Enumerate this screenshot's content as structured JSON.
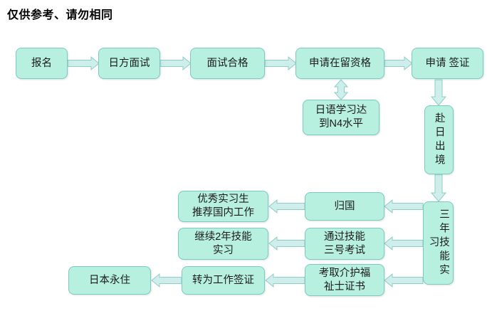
{
  "title": "仅供参考、请勿相同",
  "colors": {
    "node_fill": "#b8f0e0",
    "node_border": "#7ec9c4",
    "arrow_fill": "#cdeeea",
    "arrow_border": "#8ecfcb",
    "text": "#1a1a1a",
    "background": "#ffffff"
  },
  "diagram": {
    "type": "flowchart",
    "orientation": "left-to-right then serpentine down-right-to-left",
    "nodes": [
      {
        "id": "n1",
        "label": "报名",
        "row": 1,
        "column": 1
      },
      {
        "id": "n2",
        "label": "日方面试",
        "row": 1,
        "column": 2
      },
      {
        "id": "n3",
        "label": "面试合格",
        "row": 1,
        "column": 3
      },
      {
        "id": "n4",
        "label": "申请在留资格",
        "row": 1,
        "column": 4
      },
      {
        "id": "n5",
        "label": "申请 签证",
        "row": 1,
        "column": 5
      },
      {
        "id": "n6",
        "label": "日语学习达\n到N4水平",
        "row": 2,
        "column": 4
      },
      {
        "id": "n7",
        "label": "赴日出境",
        "row": 2,
        "column": 5,
        "vertical": true
      },
      {
        "id": "n8",
        "label": "三年技能实习",
        "row": 3,
        "column": 5,
        "vertical": true
      },
      {
        "id": "n9",
        "label": "归国",
        "row": 3,
        "column": 4
      },
      {
        "id": "n10",
        "label": "优秀实习生\n推荐国内工作",
        "row": 3,
        "column": 3
      },
      {
        "id": "n11",
        "label": "通过技能\n三号考试",
        "row": 4,
        "column": 4
      },
      {
        "id": "n12",
        "label": "继续2年技能\n实习",
        "row": 4,
        "column": 3
      },
      {
        "id": "n13",
        "label": "考取介护福\n祉士证书",
        "row": 5,
        "column": 4
      },
      {
        "id": "n14",
        "label": "转为工作签证",
        "row": 5,
        "column": 3
      },
      {
        "id": "n15",
        "label": "日本永住",
        "row": 5,
        "column": 2
      }
    ],
    "edges": [
      {
        "from": "n1",
        "to": "n2",
        "direction": "right"
      },
      {
        "from": "n2",
        "to": "n3",
        "direction": "right"
      },
      {
        "from": "n3",
        "to": "n4",
        "direction": "right"
      },
      {
        "from": "n4",
        "to": "n5",
        "direction": "right"
      },
      {
        "from": "n4",
        "to": "n6",
        "direction": "both-vertical"
      },
      {
        "from": "n5",
        "to": "n7",
        "direction": "down"
      },
      {
        "from": "n7",
        "to": "n8",
        "direction": "down"
      },
      {
        "from": "n8",
        "to": "n9",
        "direction": "left"
      },
      {
        "from": "n9",
        "to": "n10",
        "direction": "left"
      },
      {
        "from": "n8",
        "to": "n11",
        "direction": "left"
      },
      {
        "from": "n11",
        "to": "n12",
        "direction": "left"
      },
      {
        "from": "n8",
        "to": "n13",
        "direction": "left"
      },
      {
        "from": "n13",
        "to": "n14",
        "direction": "left"
      },
      {
        "from": "n14",
        "to": "n15",
        "direction": "left"
      }
    ]
  }
}
